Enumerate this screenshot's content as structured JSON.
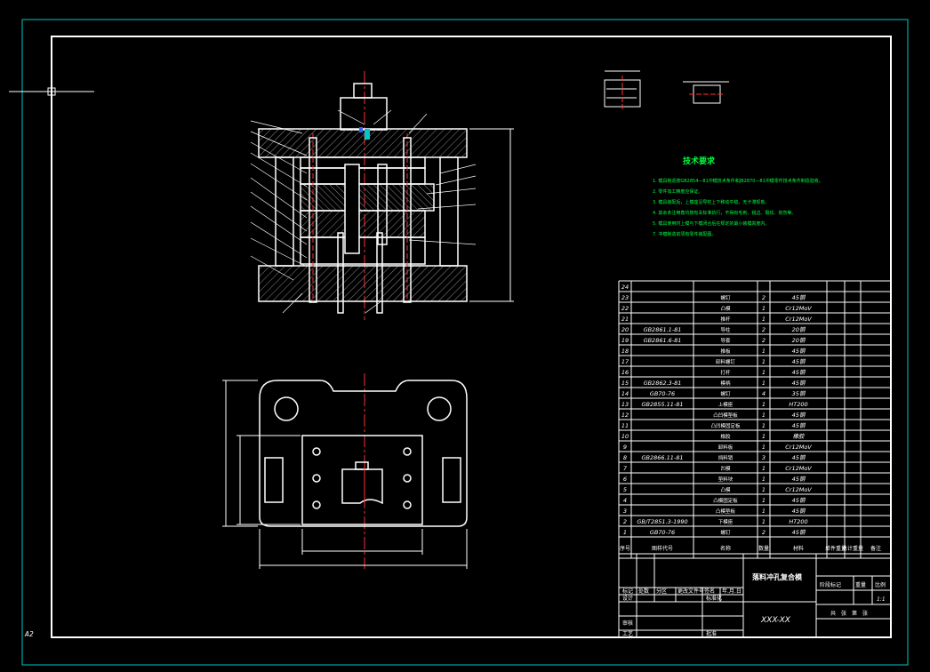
{
  "sheet": {
    "size_label": "A2",
    "drawing_number": "XXX-XX",
    "drawing_title": "落料冲孔复合模",
    "scale": "1:1"
  },
  "tech_req": {
    "title": "技术要求",
    "items": [
      "1. 模具制造按GB2854—81冲模技术条件和JB2870—81冲模零件技术条件制造验收。",
      "2. 零件加工精度应保证。",
      "3. 模具装配后，上模座沿导柱上下移动平稳。无卡滞现象。",
      "4. 其余未注倒角均按有关标准执行，不得有毛刺、锐边、裂纹、划伤等。",
      "5. 模具使用时上模与下模闭合后在规定的最小装模高度内。",
      "7. 冲模制造前须有零件装配图。"
    ]
  },
  "bom": {
    "headers": [
      "序号",
      "图样代号",
      "名称",
      "数量",
      "材料",
      "单件重量",
      "总计重量",
      "备注"
    ],
    "rows": [
      {
        "no": "24",
        "code": "",
        "name": "",
        "qty": "",
        "mat": ""
      },
      {
        "no": "23",
        "code": "",
        "name": "螺钉",
        "qty": "2",
        "mat": "45钢"
      },
      {
        "no": "22",
        "code": "",
        "name": "凸模",
        "qty": "1",
        "mat": "Cr12MoV"
      },
      {
        "no": "21",
        "code": "",
        "name": "推杆",
        "qty": "1",
        "mat": "Cr12MoV"
      },
      {
        "no": "20",
        "code": "GB2861.1-81",
        "name": "导柱",
        "qty": "2",
        "mat": "20钢"
      },
      {
        "no": "19",
        "code": "GB2861.6-81",
        "name": "导套",
        "qty": "2",
        "mat": "20钢"
      },
      {
        "no": "18",
        "code": "",
        "name": "推板",
        "qty": "1",
        "mat": "45钢"
      },
      {
        "no": "17",
        "code": "",
        "name": "卸料螺钉",
        "qty": "1",
        "mat": "45钢"
      },
      {
        "no": "16",
        "code": "",
        "name": "打杆",
        "qty": "1",
        "mat": "45钢"
      },
      {
        "no": "15",
        "code": "GB2862.3-81",
        "name": "模柄",
        "qty": "1",
        "mat": "45钢"
      },
      {
        "no": "14",
        "code": "GB70-76",
        "name": "螺钉",
        "qty": "4",
        "mat": "35钢"
      },
      {
        "no": "13",
        "code": "GB2855.11-81",
        "name": "上模座",
        "qty": "1",
        "mat": "HT200"
      },
      {
        "no": "12",
        "code": "",
        "name": "凸凹模垫板",
        "qty": "1",
        "mat": "45钢"
      },
      {
        "no": "11",
        "code": "",
        "name": "凸凹模固定板",
        "qty": "1",
        "mat": "45钢"
      },
      {
        "no": "10",
        "code": "",
        "name": "橡胶",
        "qty": "1",
        "mat": "橡胶"
      },
      {
        "no": "9",
        "code": "",
        "name": "卸料板",
        "qty": "1",
        "mat": "Cr12MoV"
      },
      {
        "no": "8",
        "code": "GB2866.11-81",
        "name": "挡料销",
        "qty": "3",
        "mat": "45钢"
      },
      {
        "no": "7",
        "code": "",
        "name": "凹模",
        "qty": "1",
        "mat": "Cr12MoV"
      },
      {
        "no": "6",
        "code": "",
        "name": "垫料块",
        "qty": "1",
        "mat": "45钢"
      },
      {
        "no": "5",
        "code": "",
        "name": "凸模",
        "qty": "1",
        "mat": "Cr12MoV"
      },
      {
        "no": "4",
        "code": "",
        "name": "凸模固定板",
        "qty": "1",
        "mat": "45钢"
      },
      {
        "no": "3",
        "code": "",
        "name": "凸模垫板",
        "qty": "1",
        "mat": "45钢"
      },
      {
        "no": "2",
        "code": "GB/T2851.3-1990",
        "name": "下模座",
        "qty": "1",
        "mat": "HT200"
      },
      {
        "no": "1",
        "code": "GB70-76",
        "name": "螺钉",
        "qty": "2",
        "mat": "45钢"
      }
    ]
  },
  "title_block": {
    "rev_headers": [
      "标记",
      "处数",
      "分区",
      "更改文件号",
      "签名",
      "年.月.日"
    ],
    "design": "设计",
    "std": "标准化",
    "review": "审核",
    "process": "工艺",
    "approve": "批准",
    "stage_headers": [
      "阶段标记",
      "重量",
      "比例"
    ],
    "sheets": "共　张　第　张"
  },
  "colors": {
    "bg": "#000000",
    "line": "#ffffff",
    "center": "#ff3030",
    "green": "#00ff40",
    "cyan": "#00c8c8",
    "gray": "#8a8a8a",
    "blue": "#3060ff"
  }
}
